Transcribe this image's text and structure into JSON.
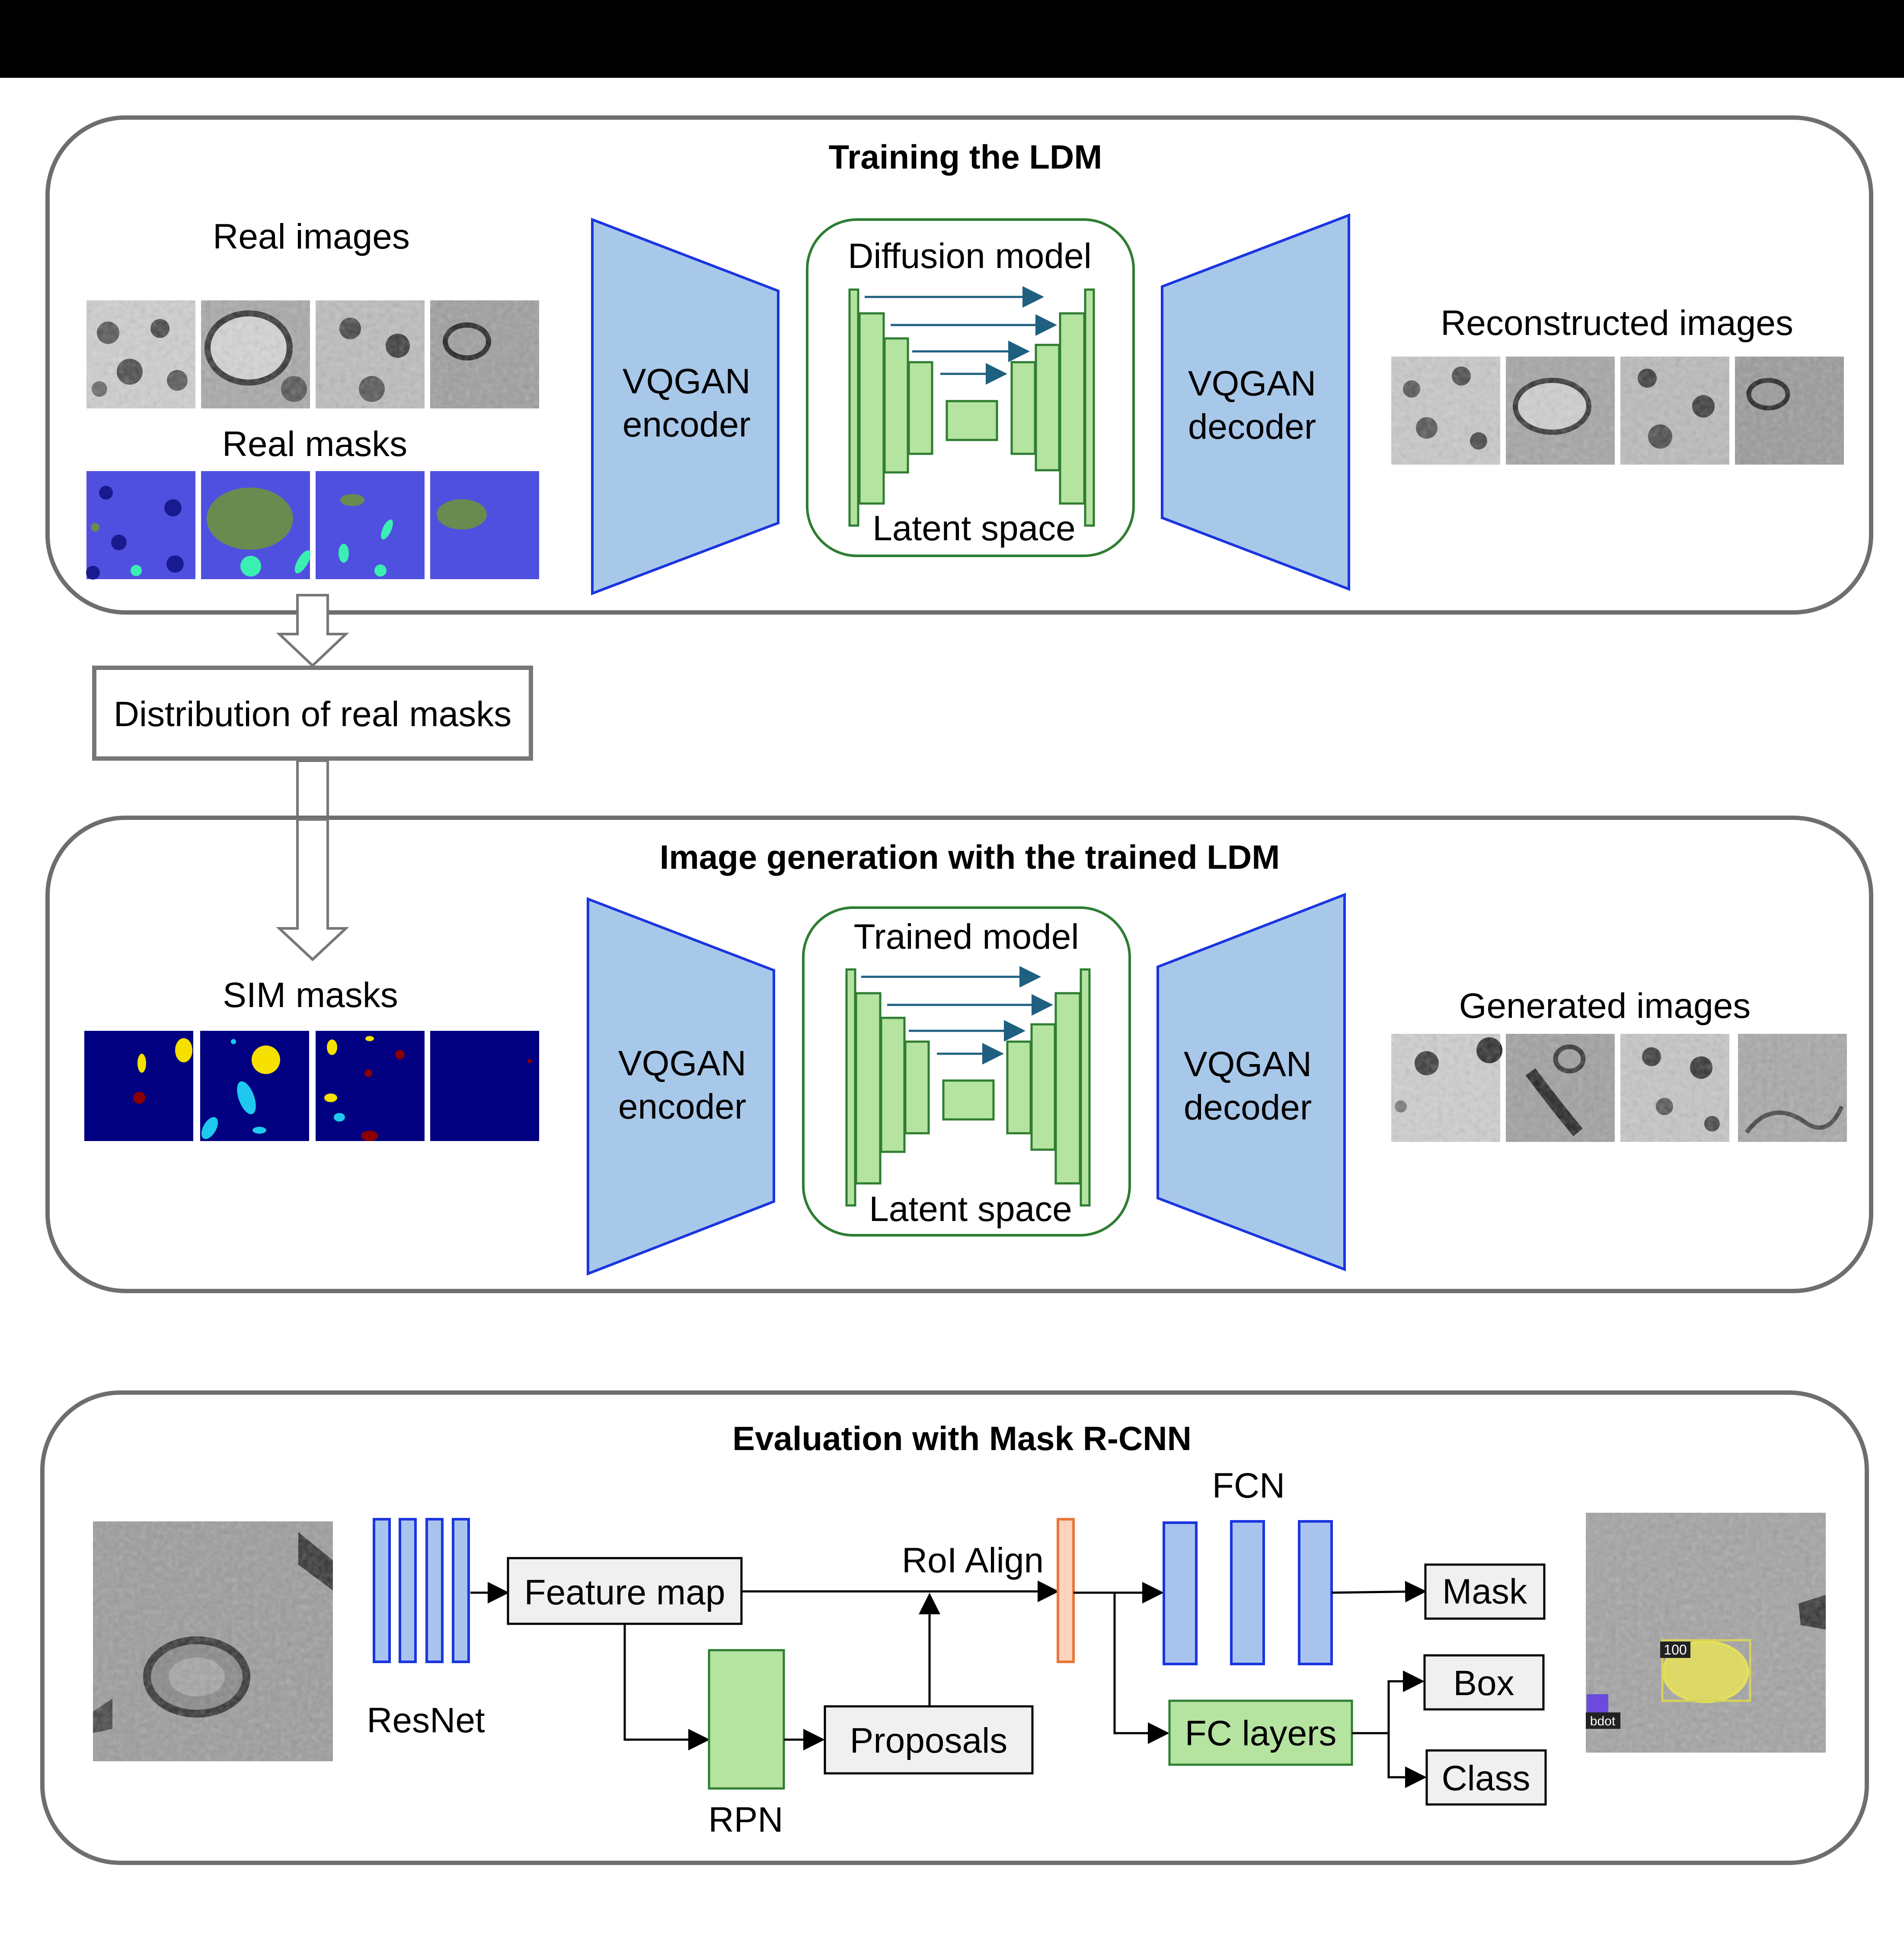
{
  "diagram": {
    "top_bar_color": "#000000",
    "training": {
      "title": "Training the LDM",
      "real_images_label": "Real images",
      "real_masks_label": "Real masks",
      "encoder_label_line1": "VQGAN",
      "encoder_label_line2": "encoder",
      "model_label": "Diffusion model",
      "latent_label": "Latent space",
      "decoder_label_line1": "VQGAN",
      "decoder_label_line2": "decoder",
      "reconstructed_label": "Reconstructed images"
    },
    "distribution_label": "Distribution of real masks",
    "generation": {
      "title": "Image generation with the trained LDM",
      "sim_masks_label": "SIM masks",
      "encoder_label_line1": "VQGAN",
      "encoder_label_line2": "encoder",
      "model_label": "Trained model",
      "latent_label": "Latent space",
      "decoder_label_line1": "VQGAN",
      "decoder_label_line2": "decoder",
      "generated_label": "Generated images"
    },
    "evaluation": {
      "title": "Evaluation with Mask R-CNN",
      "resnet_label": "ResNet",
      "feature_map_label": "Feature map",
      "rpn_label": "RPN",
      "proposals_label": "Proposals",
      "roi_align_label": "RoI Align",
      "fcn_label": "FCN",
      "fc_layers_label": "FC layers",
      "mask_label": "Mask",
      "box_label": "Box",
      "class_label": "Class",
      "detection_score": "100",
      "detection_class": "bdot"
    },
    "colors": {
      "trapezoid_fill": "#a8c8ea",
      "trapezoid_stroke": "#1a35e0",
      "unet_fill": "#b5e3a0",
      "unet_stroke": "#2e7d32",
      "resnet_fill": "#a8c4ee",
      "resnet_stroke": "#1a35e0",
      "roi_fill": "#fdd3bb",
      "roi_stroke": "#e8773a",
      "mask_bg_real": "#5050e0",
      "mask_bg_sim": "#000080"
    }
  }
}
